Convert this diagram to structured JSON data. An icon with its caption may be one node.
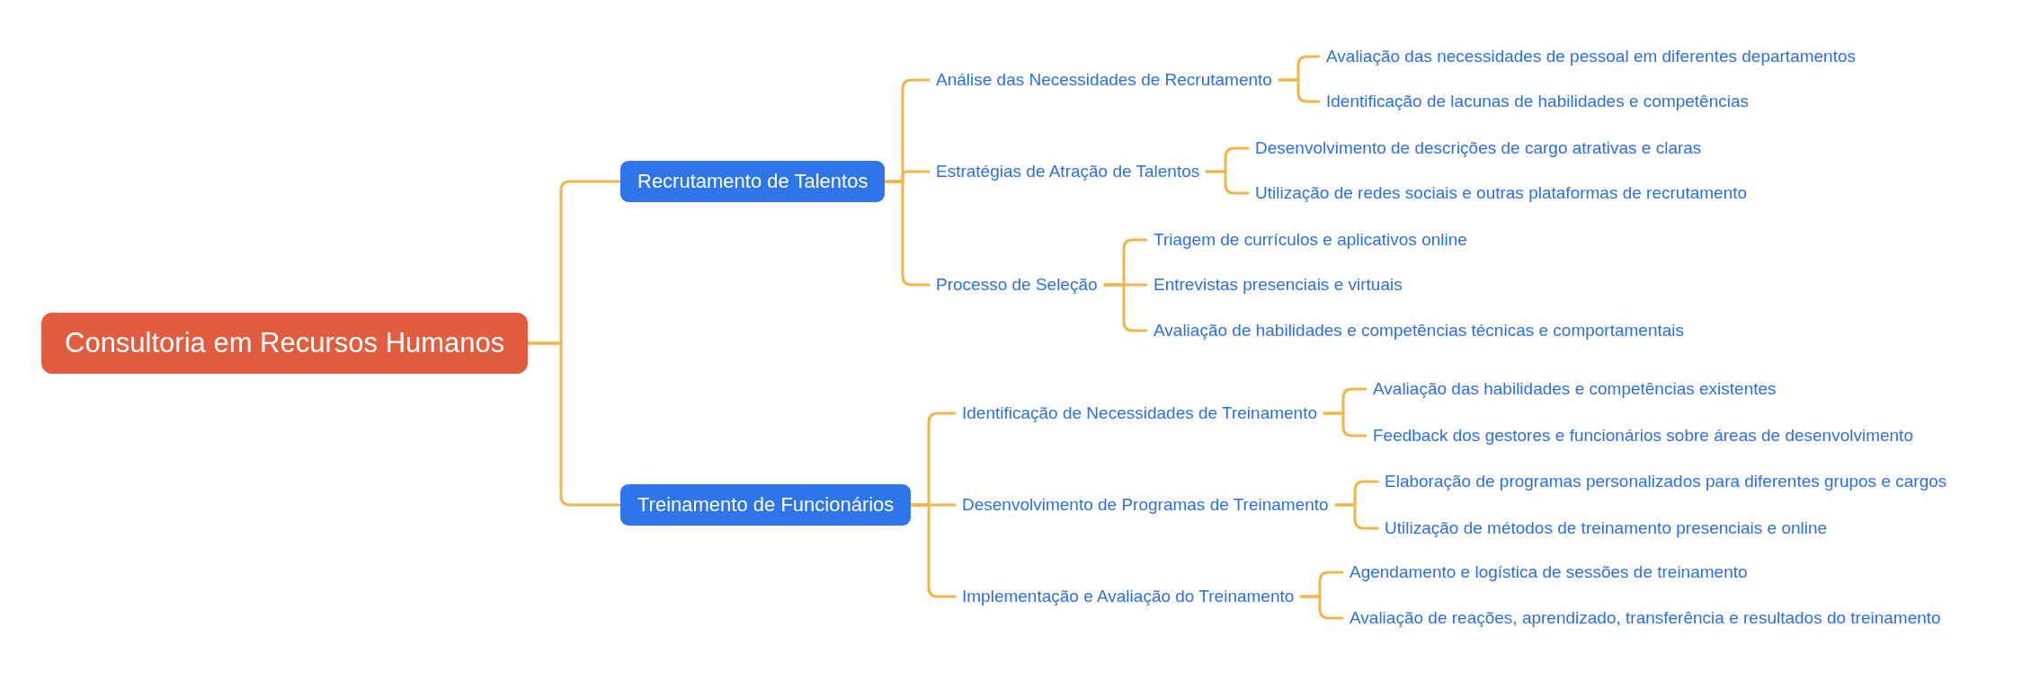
{
  "diagram": {
    "nodes": [
      {
        "text": [
          "Consultoria em Recursos Humanos"
        ]
      },
      {
        "text": [
          "Recrutamento de Talentos"
        ]
      },
      {
        "text": [
          "Análise das Necessidades de Recrutamento"
        ]
      },
      {
        "text": [
          "Avaliação das necessidades de pessoal em diferentes departamentos"
        ]
      },
      {
        "text": [
          "Identificação de lacunas de habilidades e competências"
        ]
      },
      {
        "text": [
          "Estratégias de Atração de Talentos"
        ]
      },
      {
        "text": [
          "Desenvolvimento de descrições de cargo atrativas e claras"
        ]
      },
      {
        "text": [
          "Utilização de redes sociais e outras plataformas de recrutamento"
        ]
      },
      {
        "text": [
          "Processo de Seleção"
        ]
      },
      {
        "text": [
          "Triagem de currículos e aplicativos online"
        ]
      },
      {
        "text": [
          "Entrevistas presenciais e virtuais"
        ]
      },
      {
        "text": [
          "Avaliação de habilidades e competências técnicas e comportamentais"
        ]
      },
      {
        "text": [
          "Treinamento de Funcionários"
        ]
      },
      {
        "text": [
          "Identificação de Necessidades de Treinamento"
        ]
      },
      {
        "text": [
          "Avaliação das habilidades e competências existentes"
        ]
      },
      {
        "text": [
          "Feedback dos gestores e funcionários sobre áreas de desenvolvimento"
        ]
      },
      {
        "text": [
          "Desenvolvimento de Programas de Treinamento"
        ]
      },
      {
        "text": [
          "Elaboração de programas personalizados para diferentes grupos e cargos"
        ]
      },
      {
        "text": [
          "Utilização de métodos de treinamento presenciais e online"
        ]
      },
      {
        "text": [
          "Implementação e Avaliação do Treinamento"
        ]
      },
      {
        "text": [
          "Agendamento e logística de sessões de treinamento"
        ]
      },
      {
        "text": [
          "Avaliação de reações, aprendizado, transferência e resultados do treinamento"
        ]
      }
    ],
    "edges": [
      {
        "from": 0,
        "to": 1,
        "arrow": "none"
      },
      {
        "from": 0,
        "to": 12,
        "arrow": "none"
      },
      {
        "from": 1,
        "to": 2,
        "arrow": "none"
      },
      {
        "from": 1,
        "to": 5,
        "arrow": "none"
      },
      {
        "from": 1,
        "to": 8,
        "arrow": "none"
      },
      {
        "from": 2,
        "to": 3,
        "arrow": "none"
      },
      {
        "from": 2,
        "to": 4,
        "arrow": "none"
      },
      {
        "from": 5,
        "to": 6,
        "arrow": "none"
      },
      {
        "from": 5,
        "to": 7,
        "arrow": "none"
      },
      {
        "from": 8,
        "to": 9,
        "arrow": "none"
      },
      {
        "from": 8,
        "to": 10,
        "arrow": "none"
      },
      {
        "from": 8,
        "to": 11,
        "arrow": "none"
      },
      {
        "from": 12,
        "to": 13,
        "arrow": "none"
      },
      {
        "from": 12,
        "to": 16,
        "arrow": "none"
      },
      {
        "from": 12,
        "to": 19,
        "arrow": "none"
      },
      {
        "from": 13,
        "to": 14,
        "arrow": "none"
      },
      {
        "from": 13,
        "to": 15,
        "arrow": "none"
      },
      {
        "from": 16,
        "to": 17,
        "arrow": "none"
      },
      {
        "from": 16,
        "to": 18,
        "arrow": "none"
      },
      {
        "from": 19,
        "to": 20,
        "arrow": "none"
      },
      {
        "from": 19,
        "to": 21,
        "arrow": "none"
      }
    ]
  }
}
